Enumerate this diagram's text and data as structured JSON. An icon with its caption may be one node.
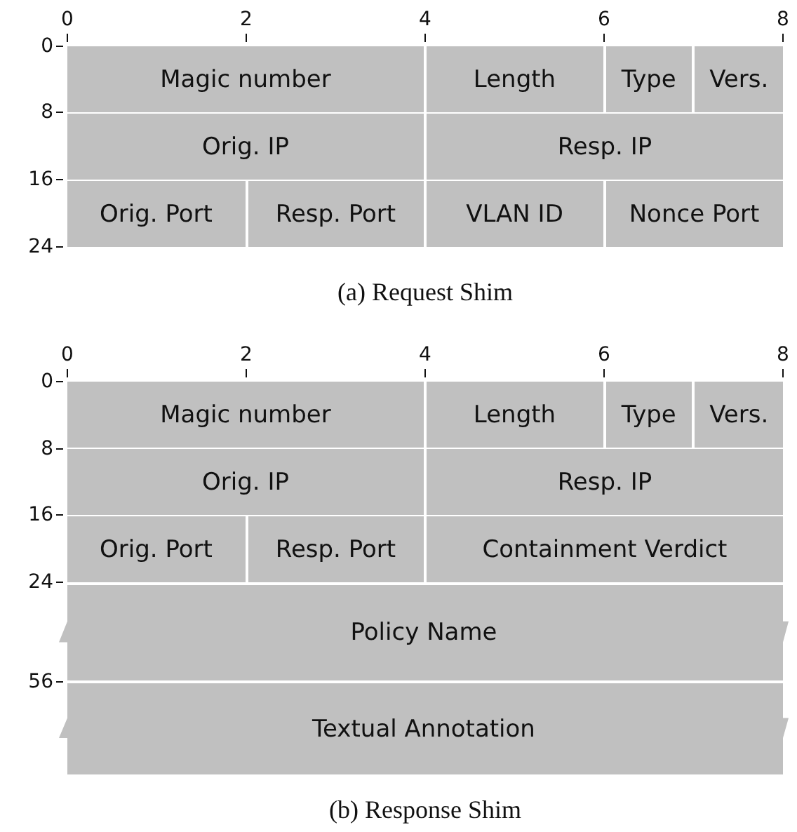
{
  "diagram": {
    "nodes": [
      {
        "text": [
          "Magic number"
        ]
      },
      {
        "text": [
          "Length"
        ]
      },
      {
        "text": [
          "Type"
        ]
      },
      {
        "text": [
          "Vers."
        ]
      },
      {
        "text": [
          "Orig. IP"
        ]
      },
      {
        "text": [
          "Resp. IP"
        ]
      },
      {
        "text": [
          "Orig. Port"
        ]
      },
      {
        "text": [
          "Resp. Port"
        ]
      },
      {
        "text": [
          "VLAN ID"
        ]
      },
      {
        "text": [
          "Nonce Port"
        ]
      },
      {
        "text": [
          "Magic number"
        ]
      },
      {
        "text": [
          "Length"
        ]
      },
      {
        "text": [
          "Type"
        ]
      },
      {
        "text": [
          "Vers."
        ]
      },
      {
        "text": [
          "Orig. IP"
        ]
      },
      {
        "text": [
          "Resp. IP"
        ]
      },
      {
        "text": [
          "Orig. Port"
        ]
      },
      {
        "text": [
          "Resp. Port"
        ]
      },
      {
        "text": [
          "Containment Verdict"
        ]
      },
      {
        "text": [
          "Policy Name"
        ]
      },
      {
        "text": [
          "Textual Annotation"
        ]
      }
    ],
    "labels": [
      "0",
      "2",
      "4",
      "6",
      "8",
      "0",
      "8",
      "16",
      "24",
      "(a) Request Shim",
      "0",
      "2",
      "4",
      "6",
      "8",
      "0",
      "8",
      "16",
      "24",
      "56",
      "(b) Response Shim"
    ]
  }
}
